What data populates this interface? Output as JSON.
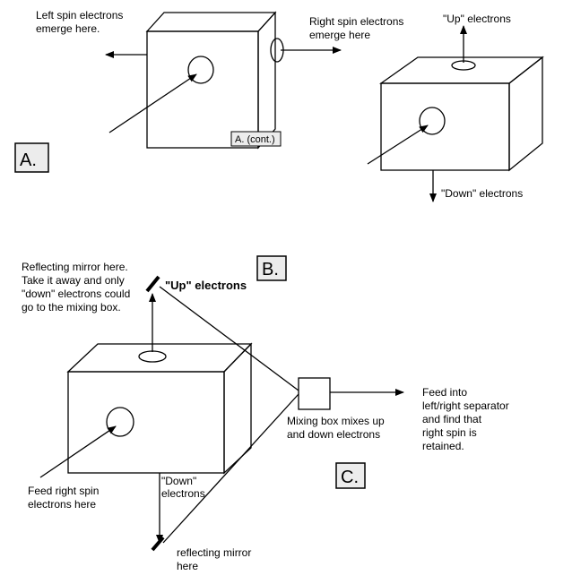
{
  "colors": {
    "ink": "#000000",
    "label_box_fill": "#ececec",
    "background": "#ffffff"
  },
  "panel_a": {
    "left_label": [
      "Left spin electrons",
      "emerge here."
    ],
    "right_label": [
      "Right spin electrons",
      "emerge here"
    ],
    "tag": "A.",
    "tag_cont": "A. (cont.)",
    "up_label": "\"Up\" electrons",
    "down_label": "\"Down\" electrons"
  },
  "panel_b": {
    "tag": "B."
  },
  "panel_c": {
    "mirror_top_label": [
      "Reflecting mirror here.",
      "Take it away and only",
      "\"down\" electrons could",
      "go to the mixing box."
    ],
    "up_label": "\"Up\" electrons",
    "down_label": [
      "\"Down\"",
      "electrons"
    ],
    "feed_label": [
      "Feed right spin",
      "electrons here"
    ],
    "mirror_bottom_label": [
      "reflecting mirror",
      "here"
    ],
    "mixing_label": [
      "Mixing box mixes up",
      "and down electrons"
    ],
    "output_label": [
      "Feed into",
      "left/right separator",
      "and find that",
      "right spin is",
      "retained."
    ],
    "tag": "C."
  }
}
